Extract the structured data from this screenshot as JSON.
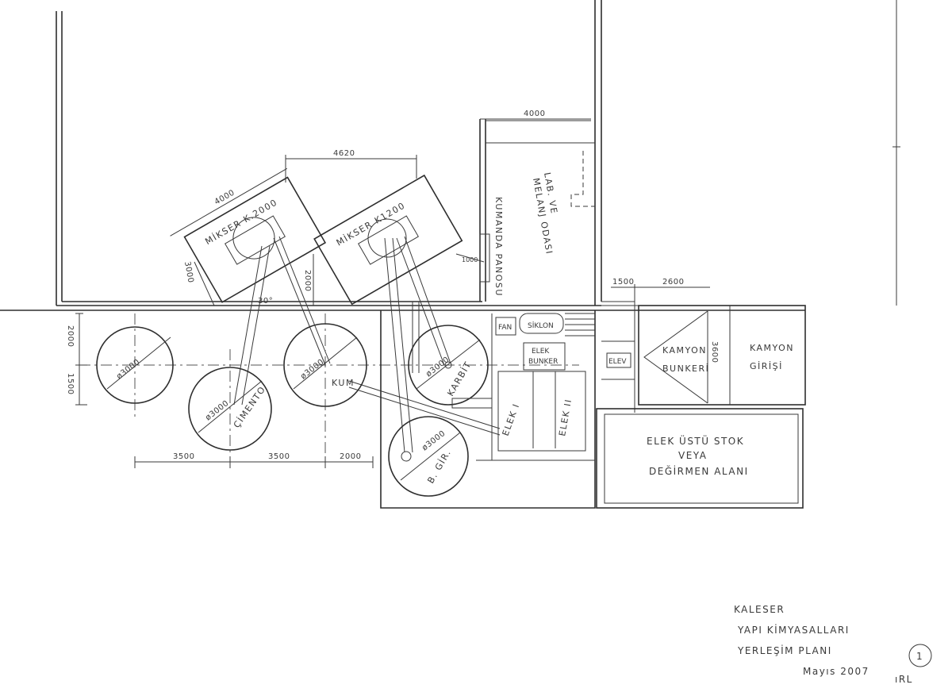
{
  "equipment": {
    "mixer_1": "MİKSER K.2000",
    "mixer_2": "MİKSER K1200",
    "silo_1": "ø3000",
    "silo_2": "ø3000",
    "silo_3": "ø3000",
    "silo_4": "ø3000",
    "silo_5": "ø3000",
    "silo_2_content": "ÇİMENTO",
    "silo_3_content": "KUM",
    "silo_4_content": "KARBİT",
    "silo_5_content": "B. GİR.",
    "control_panel": "KUMANDA PANOSU",
    "lab_room_1": "LAB. VE",
    "lab_room_2": "MELANJ ODASI",
    "fan": "FAN",
    "cyclone": "SİKLON",
    "screen_bunker_1": "ELEK",
    "screen_bunker_2": "BUNKER",
    "screen_1": "ELEK I",
    "screen_2": "ELEK II",
    "truck_bunker_1": "KAMYON",
    "truck_bunker_2": "BUNKERİ",
    "truck_entry_1": "KAMYON",
    "truck_entry_2": "GİRİŞİ",
    "screen_small": "ELEV",
    "storage_1": "ELEK ÜSTÜ STOK",
    "storage_2": "VEYA",
    "storage_3": "DEĞİRMEN ALANI",
    "angle": "30°"
  },
  "dimensions": {
    "d4000_top": "4000",
    "d4620": "4620",
    "d4000_mixer": "4000",
    "d3000": "3000",
    "d2000_mixer": "2000",
    "d1000": "1000",
    "d1500": "1500",
    "d2600": "2600",
    "d3600": "3600",
    "d2000_left": "2000",
    "d1500_left": "1500",
    "d3500_a": "3500",
    "d3500_b": "3500",
    "d2000_bottom": "2000"
  },
  "title_block": {
    "company": "KALESER",
    "line2": "YAPI KİMYASALLARI",
    "line3": "YERLEŞİM PLANI",
    "date": "Mayıs 2007",
    "sheet_no": "1",
    "signature": "ıRL"
  }
}
